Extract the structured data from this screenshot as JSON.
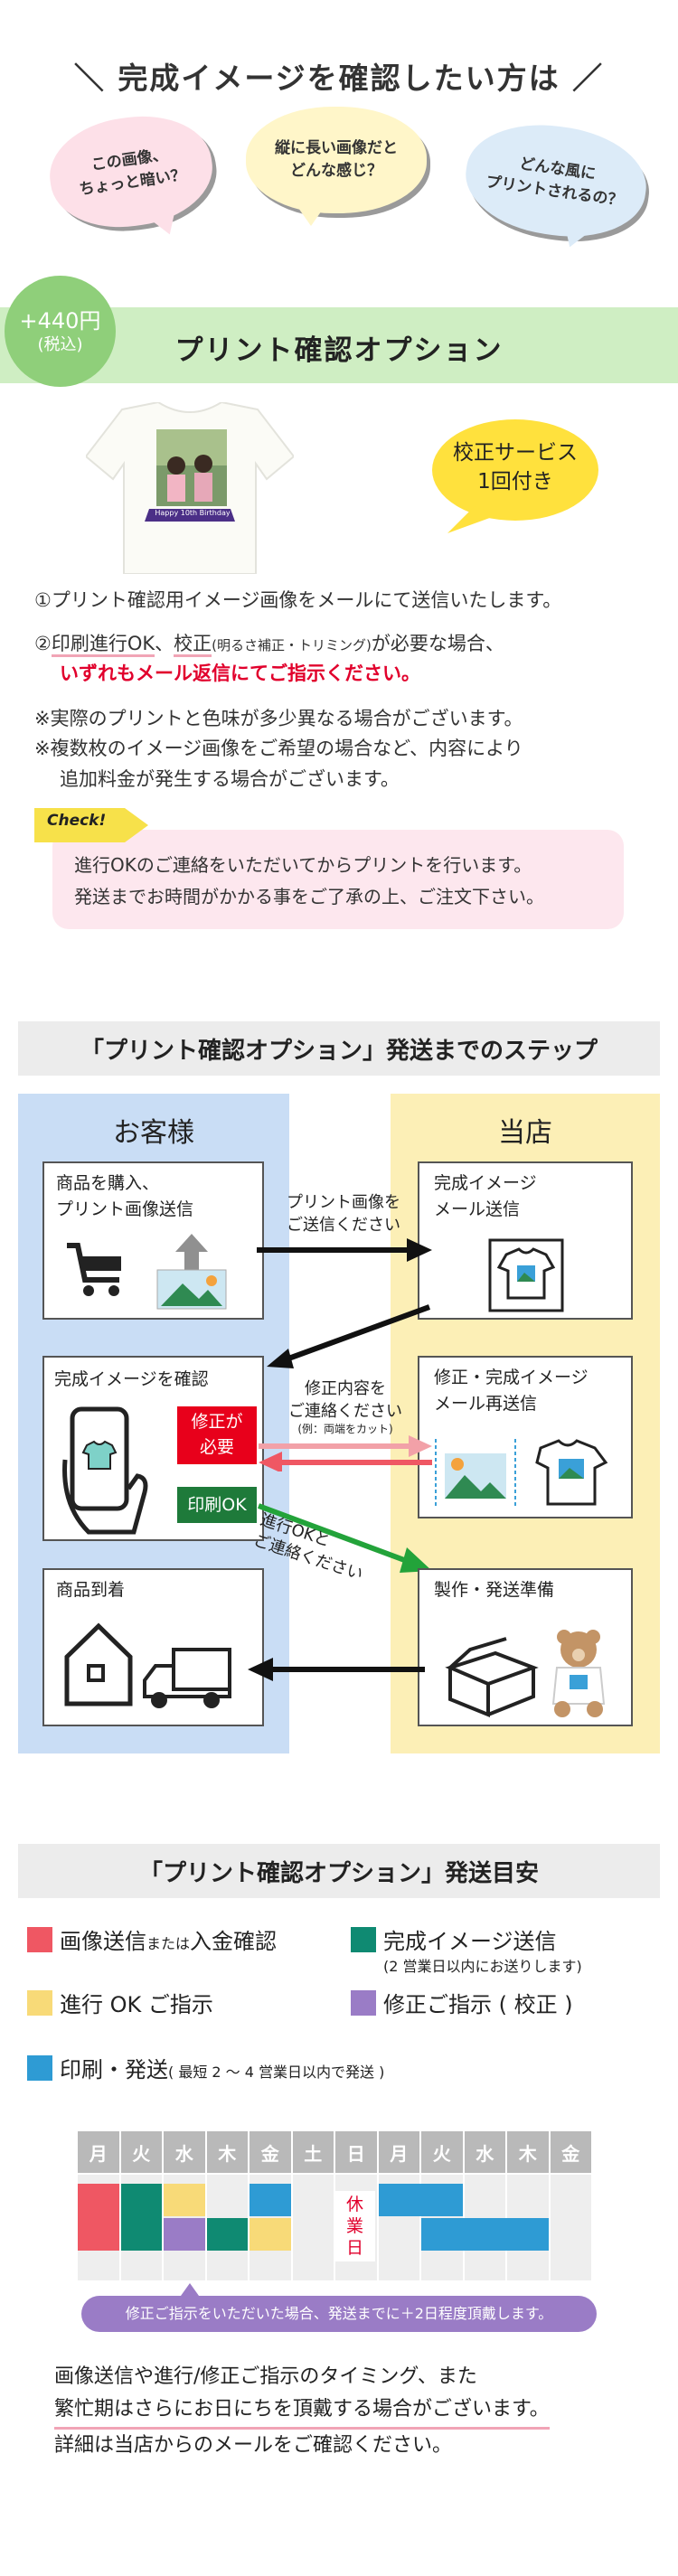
{
  "header": {
    "title": "＼ 完成イメージを確認したい方は ／"
  },
  "questions": [
    [
      "この画像、",
      "ちょっと暗い？"
    ],
    [
      "縦に長い画像だと",
      "どんな感じ？"
    ],
    [
      "どんな風に",
      "プリントされるの？"
    ]
  ],
  "banner": {
    "price": "+440円",
    "tax": "(税込)",
    "title": "プリント確認オプション"
  },
  "product": {
    "caption": "Happy 10th Birthday",
    "service_badge": [
      "校正サービス",
      "1回付き"
    ]
  },
  "description": {
    "line1": "①プリント確認用イメージ画像をメールにて送信いたします。",
    "line2_prefix": "②",
    "line2_a": "印刷進行OK",
    "line2_b": "、",
    "line2_c": "校正",
    "line2_small": "(明るさ補正・トリミング)",
    "line2_d": "が必要な場合、",
    "line2_red": "いずれもメール返信にてご指示ください。",
    "note1": "※実際のプリントと色味が多少異なる場合がございます。",
    "note2a": "※複数枚のイメージ画像をご希望の場合など、内容により",
    "note2b": "追加料金が発生する場合がございます。"
  },
  "check": {
    "tag": "Check!",
    "line1": "進行OKのご連絡をいただいてからプリントを行います。",
    "line2": "発送までお時間がかかる事をご了承の上、ご注文下さい。"
  },
  "steps": {
    "title": "「プリント確認オプション」発送までのステップ",
    "customer_header": "お客様",
    "shop_header": "当店",
    "box_purchase": [
      "商品を購入、",
      "プリント画像送信"
    ],
    "box_preview": [
      "完成イメージ",
      "メール送信"
    ],
    "box_confirm": "完成イメージを確認",
    "box_resend": [
      "修正・完成イメージ",
      "メール再送信"
    ],
    "box_arrive": "商品到着",
    "box_produce": "製作・発送準備",
    "arrow1": [
      "プリント画像を",
      "ご送信ください"
    ],
    "arrow2": [
      "修正内容を",
      "ご連絡ください"
    ],
    "arrow2_small": "(例：両端をカット)",
    "arrow3": [
      "進行OKと",
      "ご連絡ください"
    ],
    "badge_fix": [
      "修正が",
      "必要"
    ],
    "badge_ok": "印刷OK"
  },
  "schedule": {
    "title": "「プリント確認オプション」発送目安",
    "legend": {
      "pay_a": "画像送信",
      "pay_or": "または",
      "pay_b": "入金確認",
      "send": "完成イメージ送信",
      "send_note": "(2 営業日以内にお送りします)",
      "ok": "進行 OK ご指示",
      "fix": "修正ご指示 ( 校正 )",
      "print": "印刷・発送",
      "print_note": "( 最短 2 ～ 4 営業日以内で発送 )"
    },
    "days": [
      "月",
      "火",
      "水",
      "木",
      "金",
      "土",
      "日",
      "月",
      "火",
      "水",
      "木",
      "金"
    ],
    "holiday": [
      "休",
      "業",
      "日"
    ],
    "note": "修正ご指示をいただいた場合、発送までに＋2日程度頂戴します。",
    "colors": {
      "pay": "#ef5763",
      "send": "#0f8a72",
      "ok": "#f8da78",
      "fix": "#9a7cc6",
      "print": "#2e9bd4"
    }
  },
  "footer": {
    "line1": "画像送信や進行/修正ご指示のタイミング、また",
    "line2": "繁忙期はさらにお日にちを頂戴する場合がございます。",
    "line3": "詳細は当店からのメールをご確認ください。"
  }
}
